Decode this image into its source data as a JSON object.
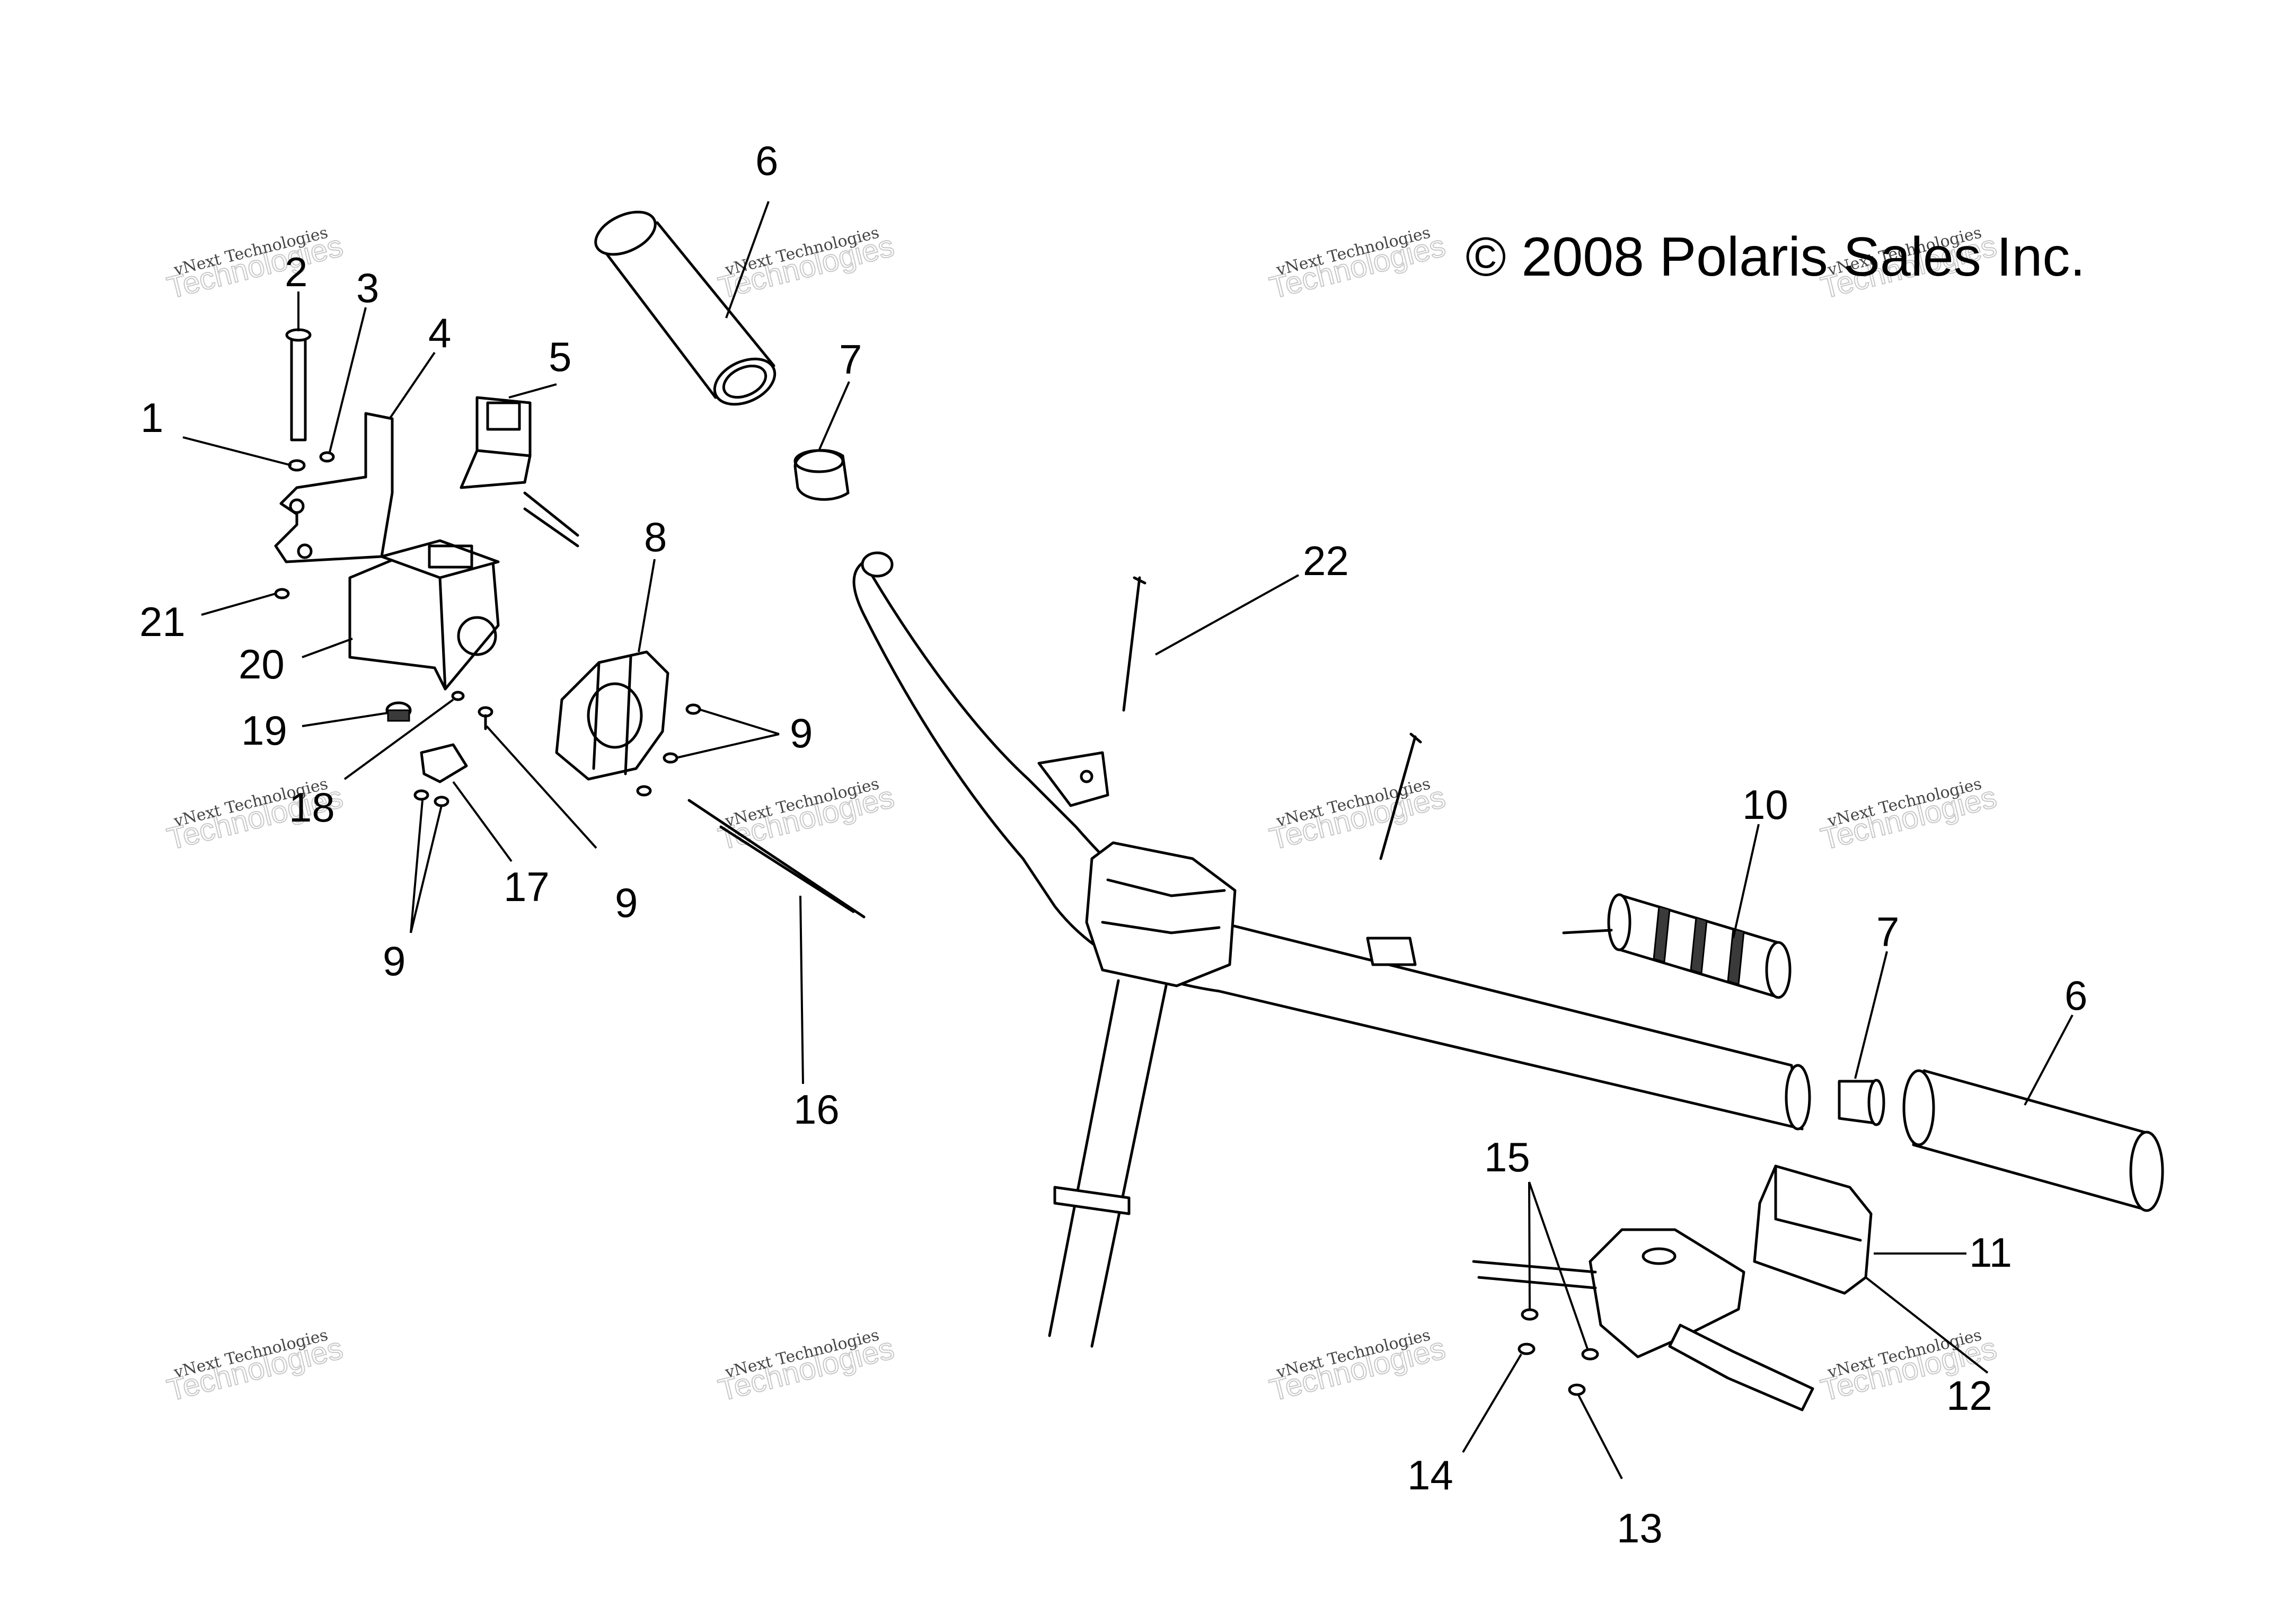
{
  "copyright": "© 2008 Polaris Sales Inc.",
  "watermark": {
    "line_small": "vNext Technologies",
    "line_big": "Technologies",
    "line_top": "vNext"
  },
  "callouts": {
    "c1": "1",
    "c2": "2",
    "c3": "3",
    "c4": "4",
    "c5": "5",
    "c6a": "6",
    "c6b": "6",
    "c7a": "7",
    "c7b": "7",
    "c8": "8",
    "c9a": "9",
    "c9b": "9",
    "c9c": "9",
    "c10": "10",
    "c11": "11",
    "c12": "12",
    "c13": "13",
    "c14": "14",
    "c15": "15",
    "c16": "16",
    "c17": "17",
    "c18": "18",
    "c19": "19",
    "c20": "20",
    "c21": "21",
    "c22": "22"
  }
}
